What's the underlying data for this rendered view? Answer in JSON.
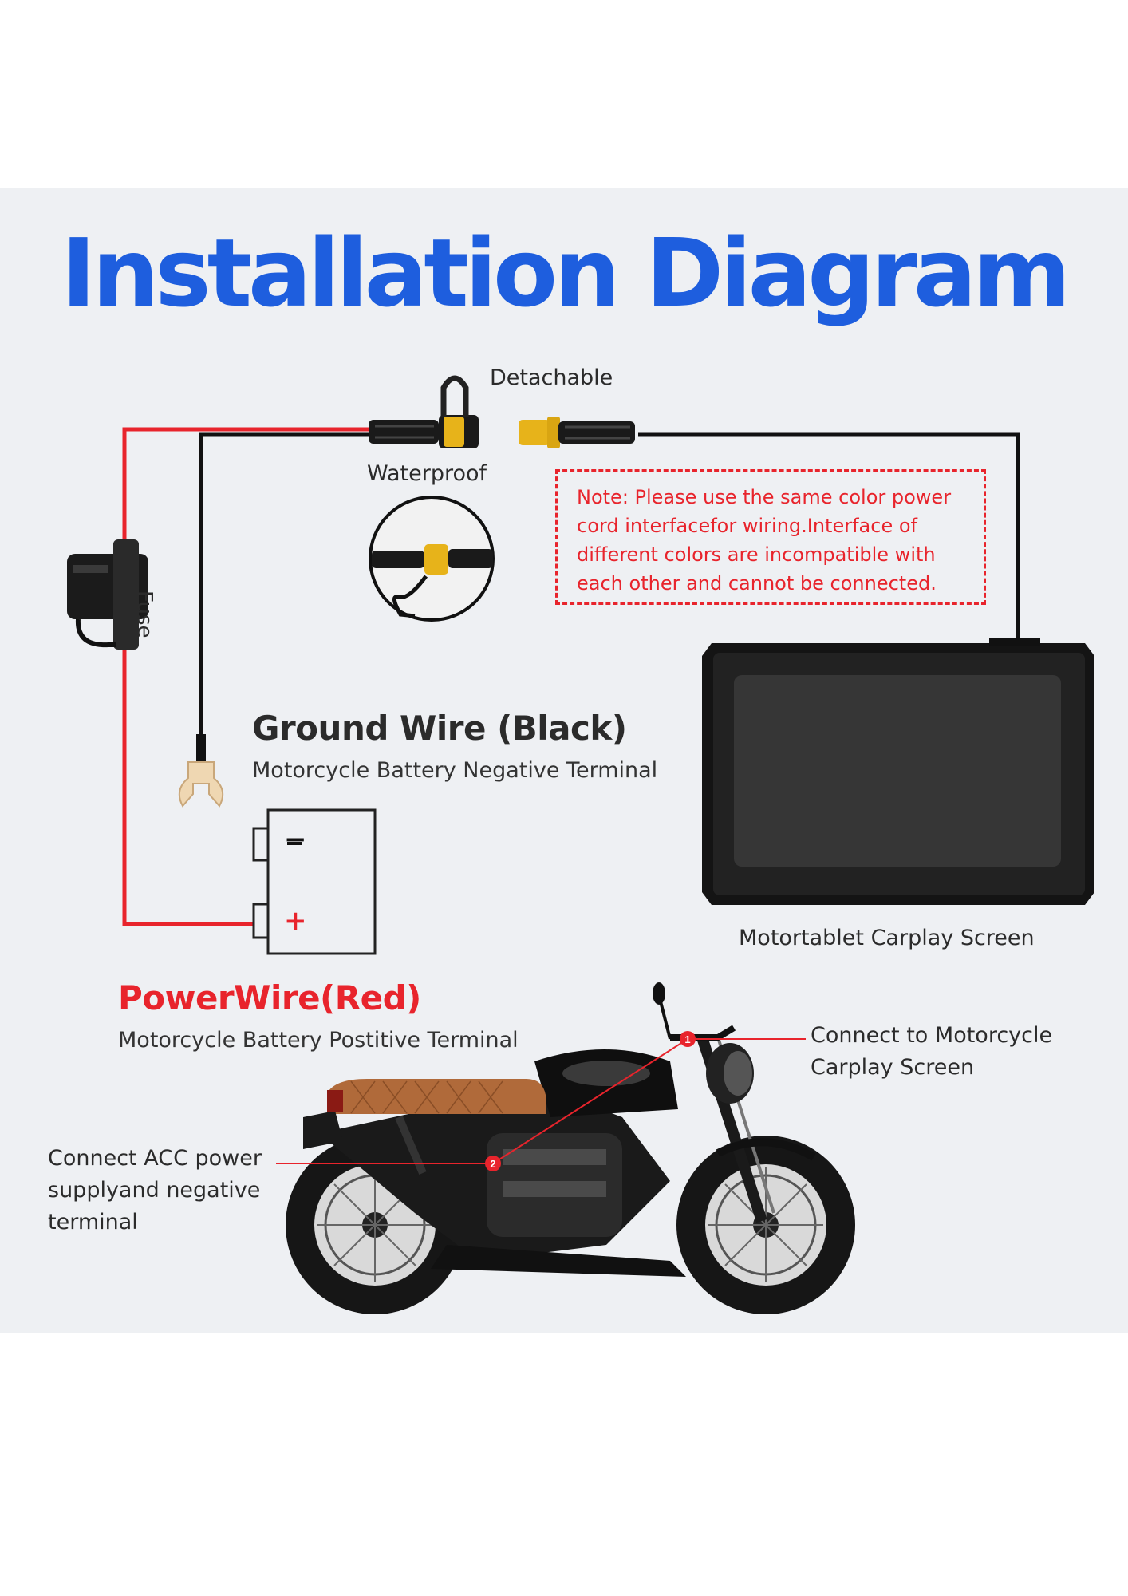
{
  "title": "Installation Diagram",
  "labels": {
    "detachable": "Detachable",
    "waterproof": "Waterproof",
    "fuse": "Fuse",
    "screen": "Motortablet Carplay Screen"
  },
  "note": "Note: Please use the same color power cord interfacefor wiring.Interface of different colors are incompatible with each other and cannot be connected.",
  "ground": {
    "title": "Ground Wire (Black)",
    "subtitle": "Motorcycle Battery Negative Terminal"
  },
  "power": {
    "title": "PowerWire(Red)",
    "subtitle": "Motorcycle Battery Postitive Terminal"
  },
  "battery": {
    "minus": "−",
    "plus": "+"
  },
  "callouts": {
    "one_marker": "1",
    "one_text": "Connect to Motorcycle Carplay Screen",
    "two_marker": "2",
    "two_text": "Connect ACC power supplyand negative terminal"
  },
  "colors": {
    "title_blue": "#1e5ede",
    "power_red": "#e8242c",
    "wire_black": "#111111"
  }
}
